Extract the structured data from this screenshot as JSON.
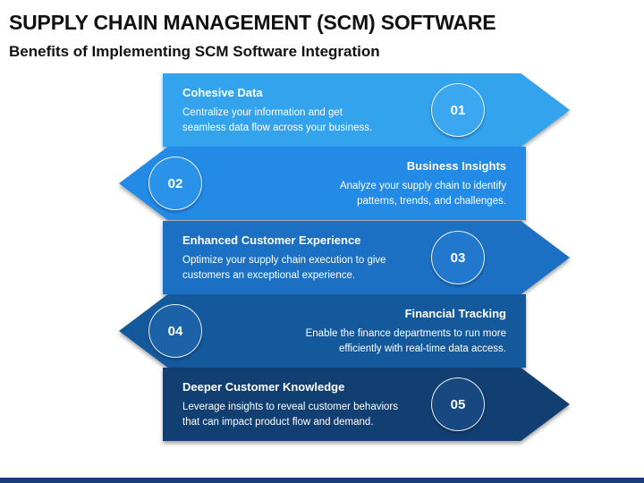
{
  "header": {
    "title": "SUPPLY CHAIN MANAGEMENT (SCM) SOFTWARE",
    "subtitle": "Benefits of Implementing SCM Software Integration"
  },
  "steps": [
    {
      "number": "01",
      "title": "Cohesive Data",
      "line1": "Centralize your information and get",
      "line2": "seamless data flow across your business.",
      "color": "#33a3ee",
      "circle_color": "#3aa7f0"
    },
    {
      "number": "02",
      "title": "Business Insights",
      "line1": "Analyze your supply chain to identify",
      "line2": "patterns, trends, and challenges.",
      "color": "#238ae6",
      "circle_color": "#2b92ea"
    },
    {
      "number": "03",
      "title": "Enhanced Customer Experience",
      "line1": "Optimize your supply chain execution to give",
      "line2": "customers an exceptional experience.",
      "color": "#1c70c4",
      "circle_color": "#2278cc"
    },
    {
      "number": "04",
      "title": "Financial Tracking",
      "line1": "Enable the finance departments to run more",
      "line2": "efficiently with real-time data access.",
      "color": "#15599d",
      "circle_color": "#1b62a8"
    },
    {
      "number": "05",
      "title": "Deeper Customer Knowledge",
      "line1": "Leverage insights to reveal customer behaviors",
      "line2": "that can impact product flow and demand.",
      "color": "#123f72",
      "circle_color": "#17487f"
    }
  ]
}
